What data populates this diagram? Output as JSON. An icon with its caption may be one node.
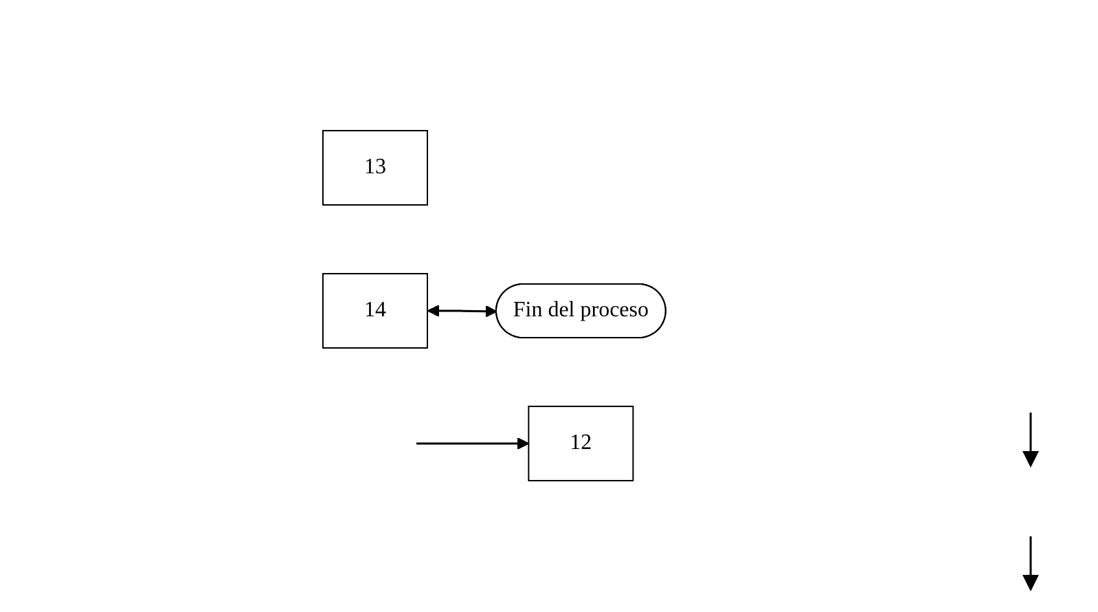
{
  "diagram": {
    "nodes": [
      {
        "text": [
          "12"
        ]
      },
      {
        "text": [
          "13"
        ]
      },
      {
        "text": [
          "14"
        ]
      },
      {
        "text": [
          "Fin del proceso"
        ]
      }
    ],
    "edges": [
      {
        "from": null,
        "to": 0,
        "arrow": "to"
      },
      {
        "from": 2,
        "to": 3,
        "arrow": "both"
      }
    ]
  }
}
